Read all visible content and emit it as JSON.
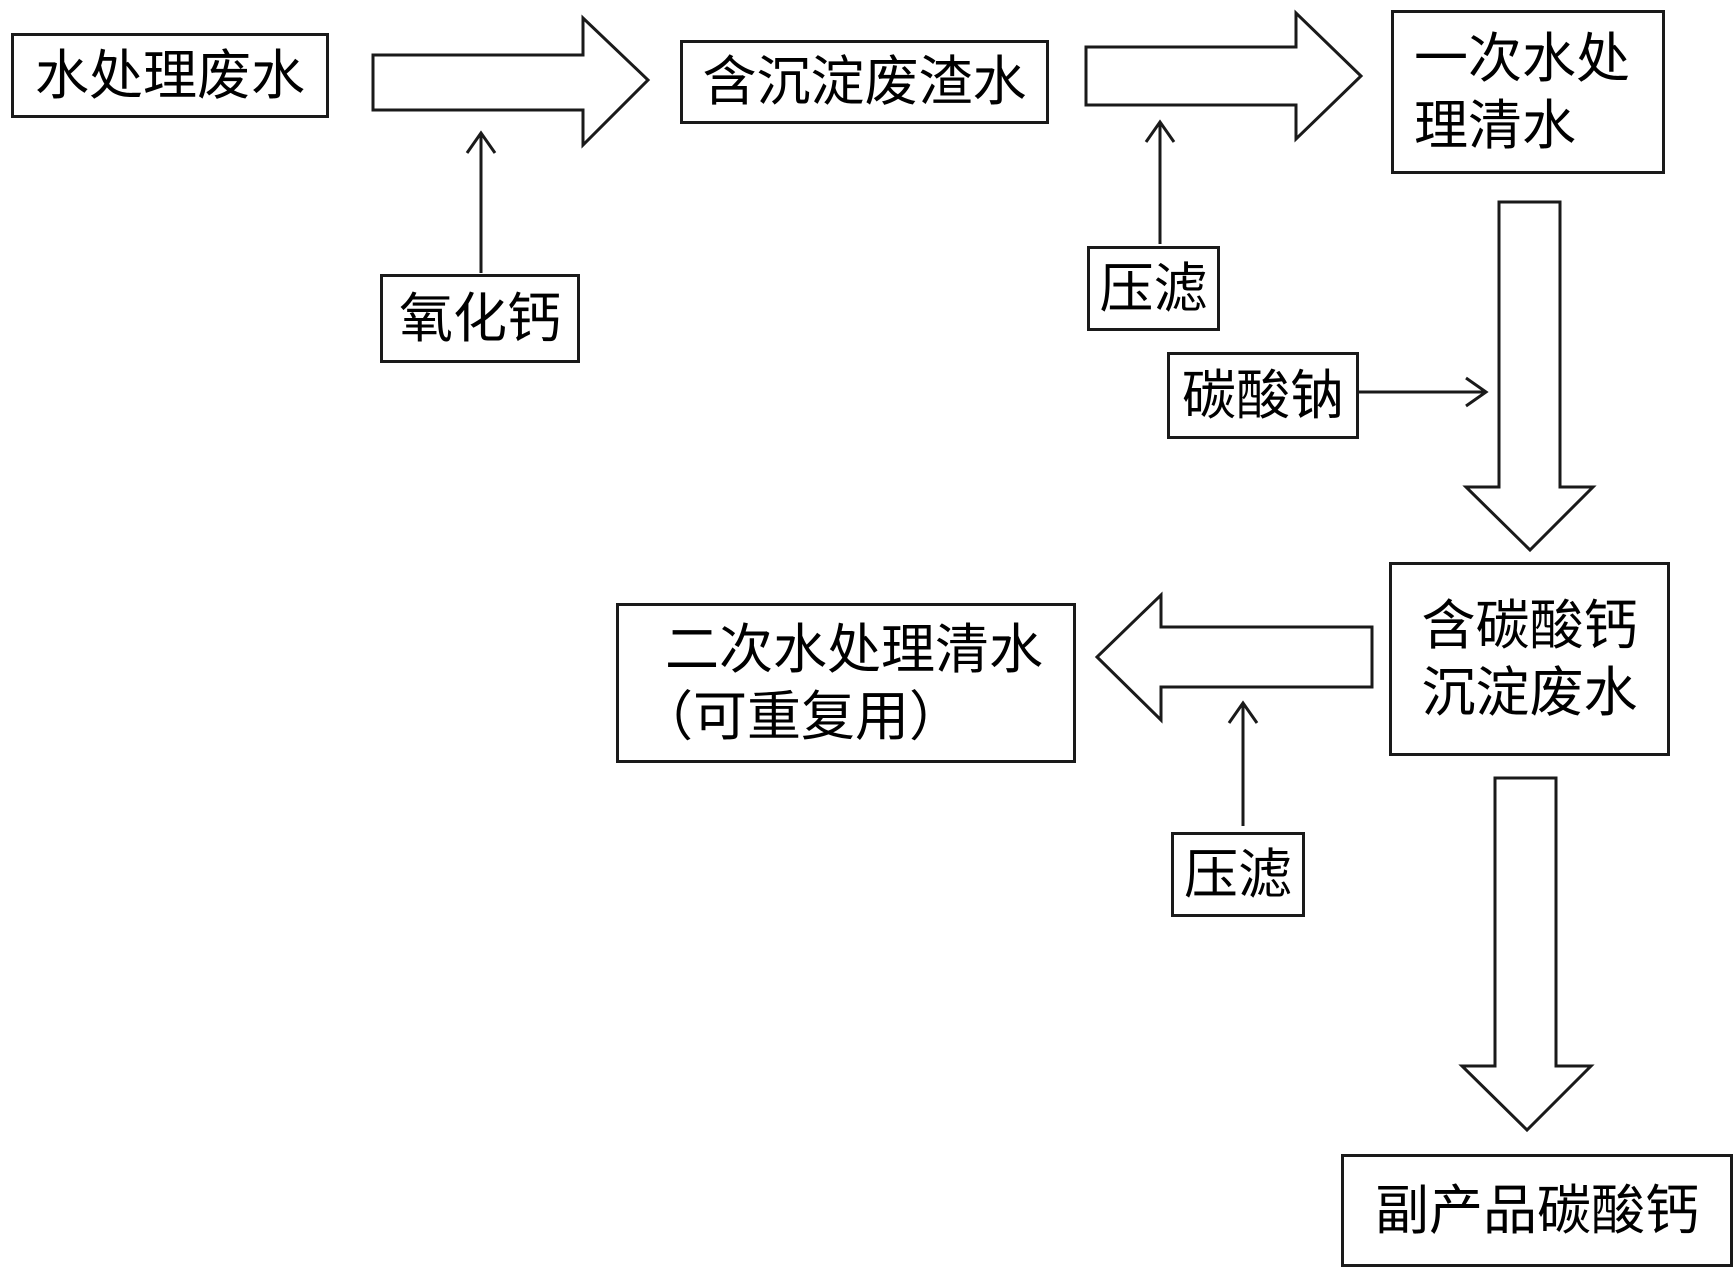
{
  "nodes": {
    "wastewater": "水处理废水",
    "sediment_water": "含沉淀废渣水",
    "primary_clear_line1": "一次水处",
    "primary_clear_line2": "理清水",
    "calcium_oxide": "氧化钙",
    "press_filter_1": "压滤",
    "sodium_carbonate": "碳酸钠",
    "caco3_water_line1": "含碳酸钙",
    "caco3_water_line2": "沉淀废水",
    "secondary_clear_line1": "二次水处理清水",
    "secondary_clear_line2": "（可重复用）",
    "press_filter_2": "压滤",
    "byproduct": "副产品碳酸钙"
  },
  "colors": {
    "stroke": "#1a1a1a",
    "fill": "#ffffff"
  }
}
